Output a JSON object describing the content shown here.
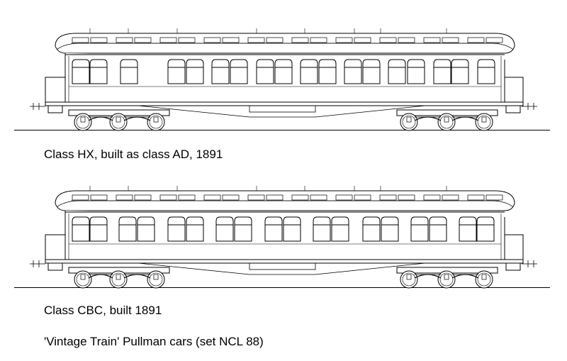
{
  "cars": [
    {
      "caption": "Class HX, built as class AD, 1891",
      "windows": "2-1-2-2-2-2-2-2-2-1"
    },
    {
      "caption": "Class CBC, built 1891",
      "windows": "2-2-2-2-2-2-2-2-2"
    }
  ],
  "title": "'Vintage Train' Pullman cars (set NCL 88)",
  "colors": {
    "line": "#000000",
    "fill": "#ffffff"
  }
}
